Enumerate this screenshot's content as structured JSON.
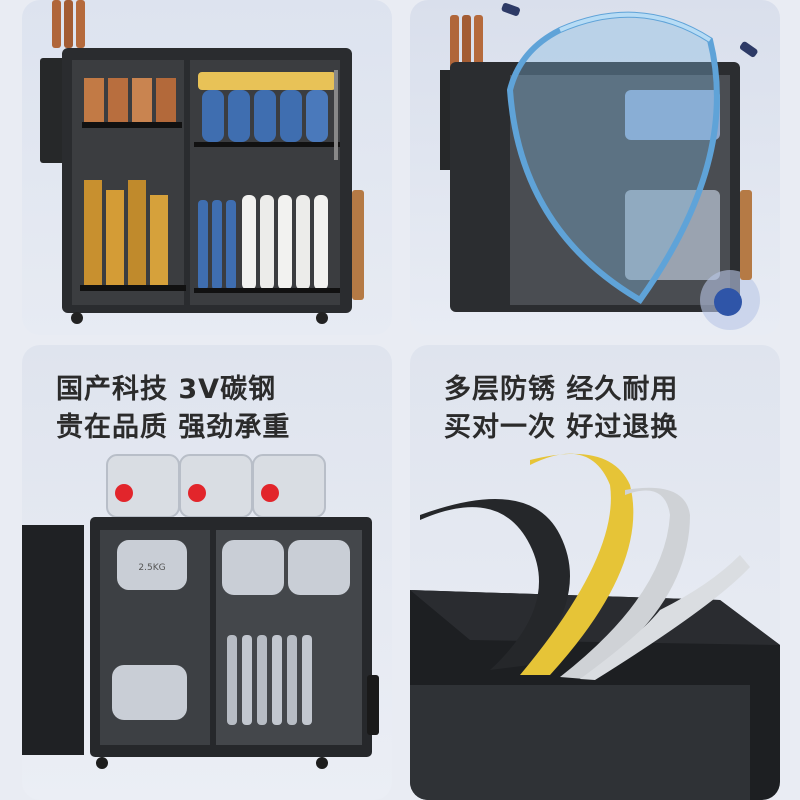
{
  "panels": {
    "p3": {
      "line1": "国产科技 3V碳钢",
      "line2": "贵在品质 强劲承重"
    },
    "p4": {
      "line1": "多层防锈 经久耐用",
      "line2": "买对一次 好过退换"
    }
  },
  "canister_label": "2.5KG",
  "colors": {
    "cabinet": "#1f2124",
    "plate_blue": "#3f6eb0",
    "bowl_yellow": "#e8c257",
    "cap_red": "#e2252b",
    "shield": "#7fb6e0",
    "gold": "#e6c437"
  }
}
